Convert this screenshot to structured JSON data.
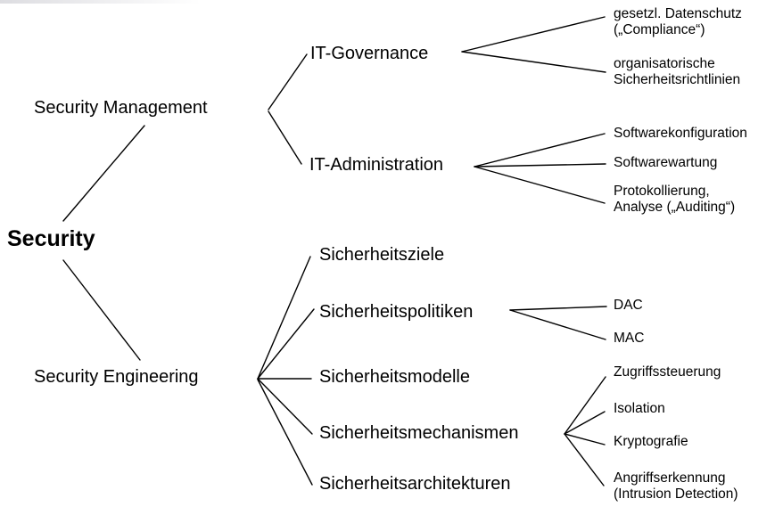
{
  "page": {
    "background_color": "#ffffff",
    "text_color": "#000000",
    "line_color": "#000000"
  },
  "tree": {
    "root": {
      "label": "Security"
    },
    "management": {
      "label": "Security Management",
      "children": [
        {
          "label": "IT-Governance",
          "children": [
            {
              "label": "gesetzl. Datenschutz\n(„Compliance“)"
            },
            {
              "label": "organisatorische\nSicherheitsrichtlinien"
            }
          ]
        },
        {
          "label": "IT-Administration",
          "children": [
            {
              "label": "Softwarekonfiguration"
            },
            {
              "label": "Softwarewartung"
            },
            {
              "label": "Protokollierung,\nAnalyse („Auditing“)"
            }
          ]
        }
      ]
    },
    "engineering": {
      "label": "Security Engineering",
      "children": [
        {
          "label": "Sicherheitsziele",
          "children": []
        },
        {
          "label": "Sicherheitspolitiken",
          "children": [
            {
              "label": "DAC"
            },
            {
              "label": "MAC"
            }
          ]
        },
        {
          "label": "Sicherheitsmodelle",
          "children": []
        },
        {
          "label": "Sicherheitsmechanismen",
          "children": [
            {
              "label": "Zugriffssteuerung"
            },
            {
              "label": "Isolation"
            },
            {
              "label": "Kryptografie"
            },
            {
              "label": "Angriffserkennung\n(Intrusion Detection)"
            }
          ]
        },
        {
          "label": "Sicherheitsarchitekturen",
          "children": []
        }
      ]
    }
  }
}
